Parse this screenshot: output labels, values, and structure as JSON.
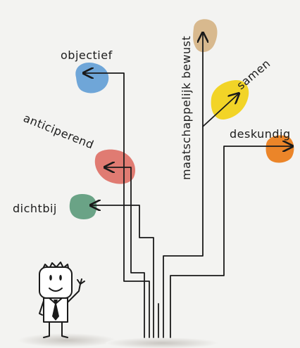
{
  "diagram": {
    "labels": {
      "objectief": "objectief",
      "anticiperend": "anticiperend",
      "dichtbij": "dichtbij",
      "maatschappelijk_bewust": "maatschappelijk bewust",
      "samen": "samen",
      "deskundig": "deskundig"
    },
    "colors": {
      "objectief": "#6fa6d8",
      "anticiperend": "#e07b72",
      "dichtbij": "#6aa386",
      "maatschappelijk_bewust": "#d8b98e",
      "samen": "#f2d427",
      "deskundig": "#eb8529",
      "line": "#1a1a1a"
    },
    "character": {
      "skin": "#ffffff",
      "outline": "#1a1a1a"
    }
  }
}
